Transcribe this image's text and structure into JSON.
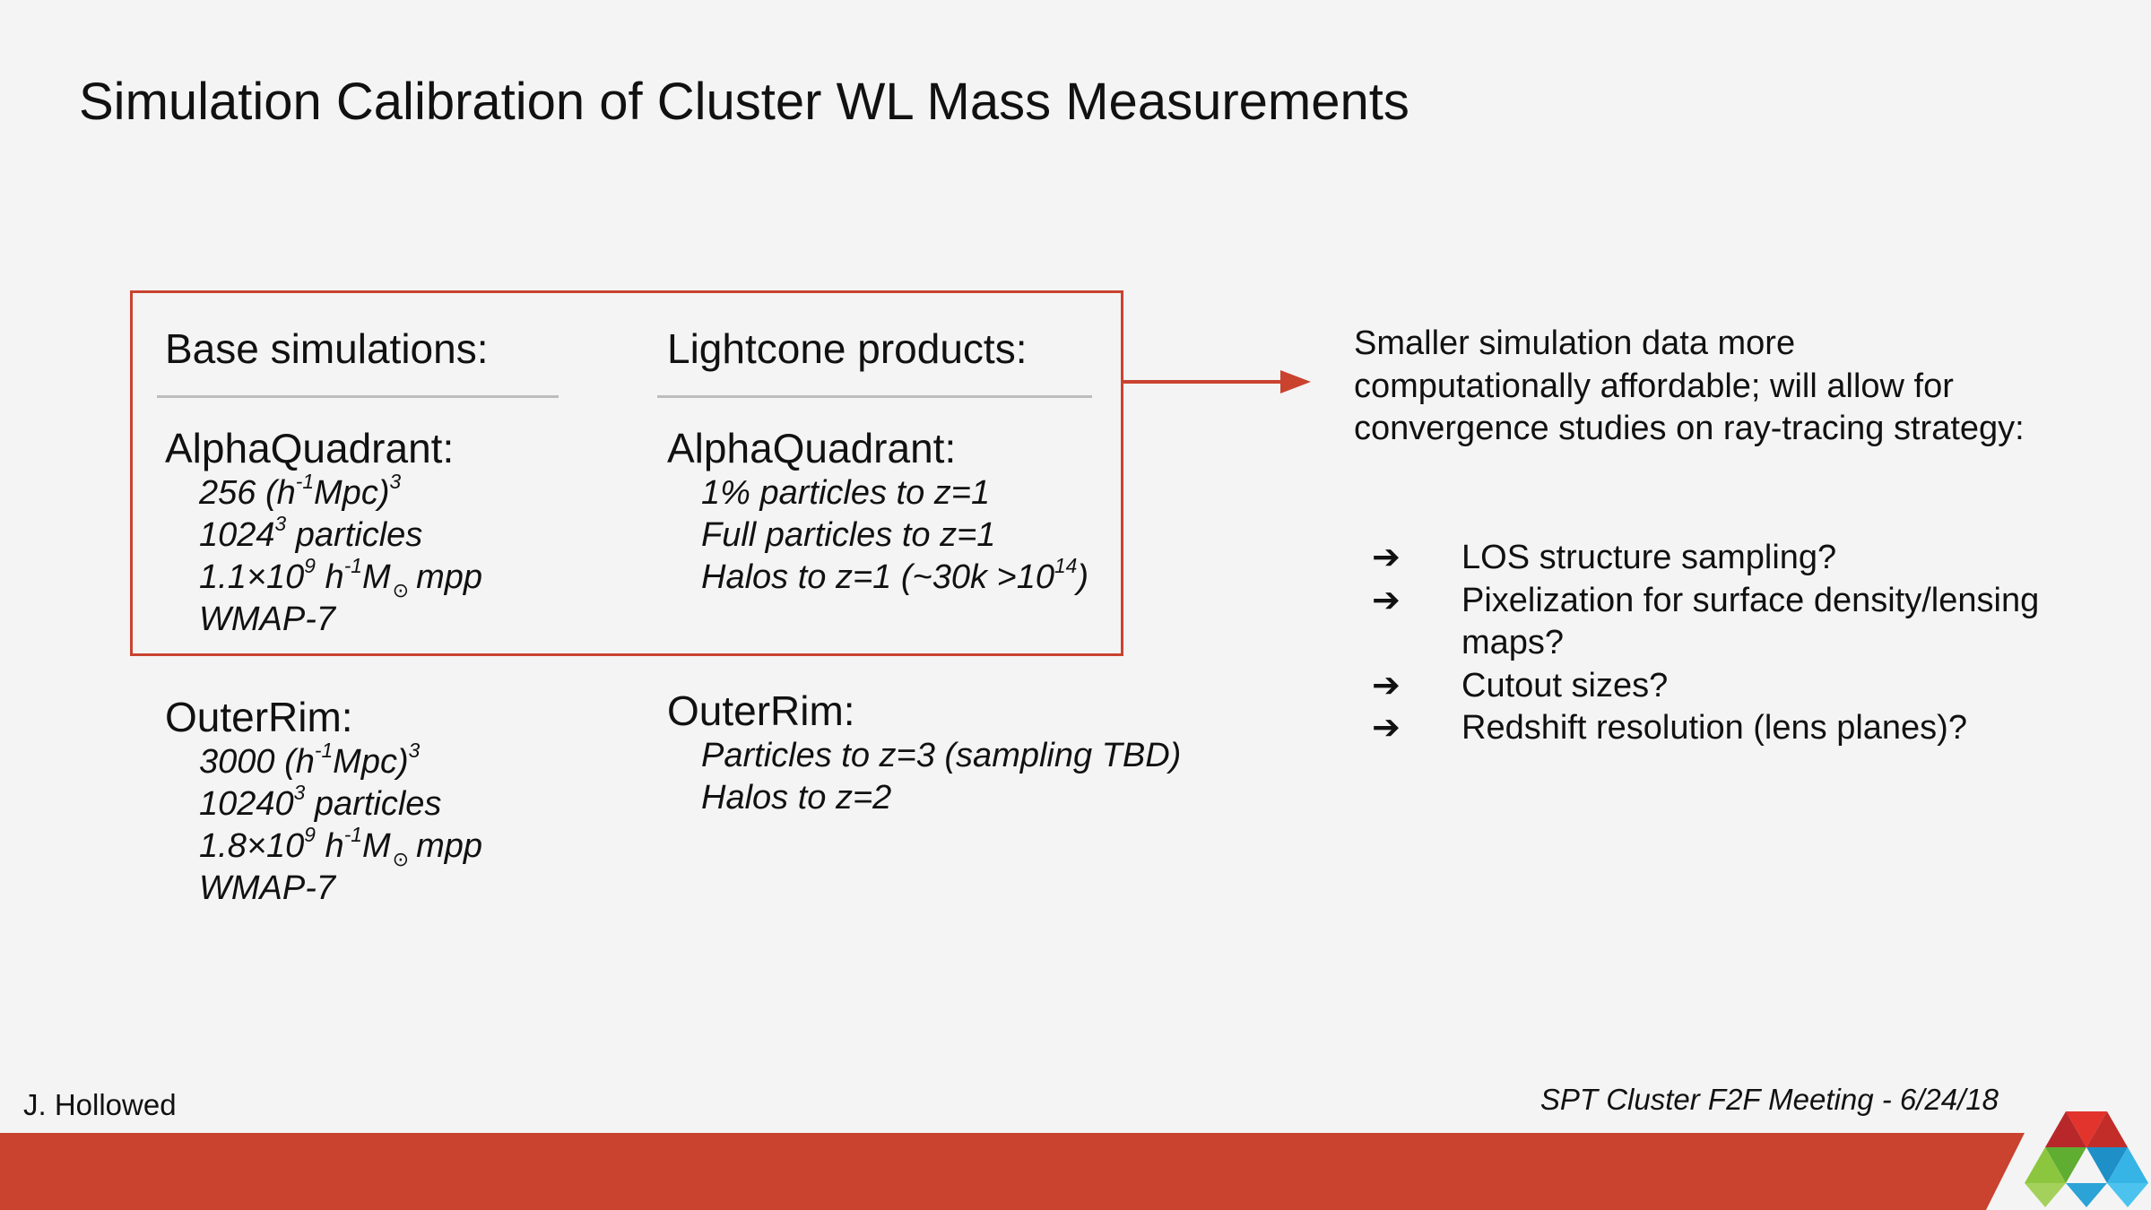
{
  "slide": {
    "title": "Simulation Calibration of Cluster WL Mass Measurements"
  },
  "base": {
    "heading": "Base simulations:",
    "alpha": {
      "name": "AlphaQuadrant:",
      "box_pre": "256 (h",
      "box_sup1": "-1",
      "box_mid": "Mpc)",
      "box_sup2": "3",
      "particles_pre": "1024",
      "particles_sup": "3",
      "particles_post": " particles",
      "mass_pre": "1.1×10",
      "mass_sup1": "9",
      "mass_mid": " h",
      "mass_sup2": "-1",
      "mass_m": "M",
      "mass_sun": "⊙",
      "mass_post": "mpp",
      "cosmology": "WMAP-7"
    },
    "outer": {
      "name": "OuterRim:",
      "box_pre": "3000 (h",
      "box_sup1": "-1",
      "box_mid": "Mpc)",
      "box_sup2": "3",
      "particles_pre": "10240",
      "particles_sup": "3",
      "particles_post": " particles",
      "mass_pre": "1.8×10",
      "mass_sup1": "9",
      "mass_mid": " h",
      "mass_sup2": "-1",
      "mass_m": "M",
      "mass_sun": "⊙",
      "mass_post": "mpp",
      "cosmology": "WMAP-7"
    }
  },
  "lightcone": {
    "heading": "Lightcone products:",
    "alpha": {
      "name": "AlphaQuadrant:",
      "line1": "1% particles to z=1",
      "line2": "Full particles to z=1",
      "line3_pre": "Halos to z=1 (~30k >10",
      "line3_sup": "14",
      "line3_post": ")"
    },
    "outer": {
      "name": "OuterRim:",
      "line1": "Particles to z=3 (sampling TBD)",
      "line2": "Halos to z=2"
    }
  },
  "notes": {
    "paragraph": "Smaller simulation data more computationally affordable; will allow for convergence studies on ray-tracing strategy:",
    "bullet_mark": "➔",
    "bullets": [
      "LOS structure sampling?",
      "Pixelization for surface density/lensing maps?",
      "Cutout sizes?",
      "Redshift resolution (lens planes)?"
    ]
  },
  "footer": {
    "author": "J. Hollowed",
    "meeting": "SPT Cluster F2F Meeting - 6/24/18"
  },
  "colors": {
    "accent_red": "#c9432f",
    "logo_red": "#e2342c",
    "logo_green": "#8cc63f",
    "logo_blue": "#36b4e5"
  },
  "icons": {
    "logo": "argonne-triangle-logo-icon",
    "arrow": "right-arrow-icon"
  }
}
